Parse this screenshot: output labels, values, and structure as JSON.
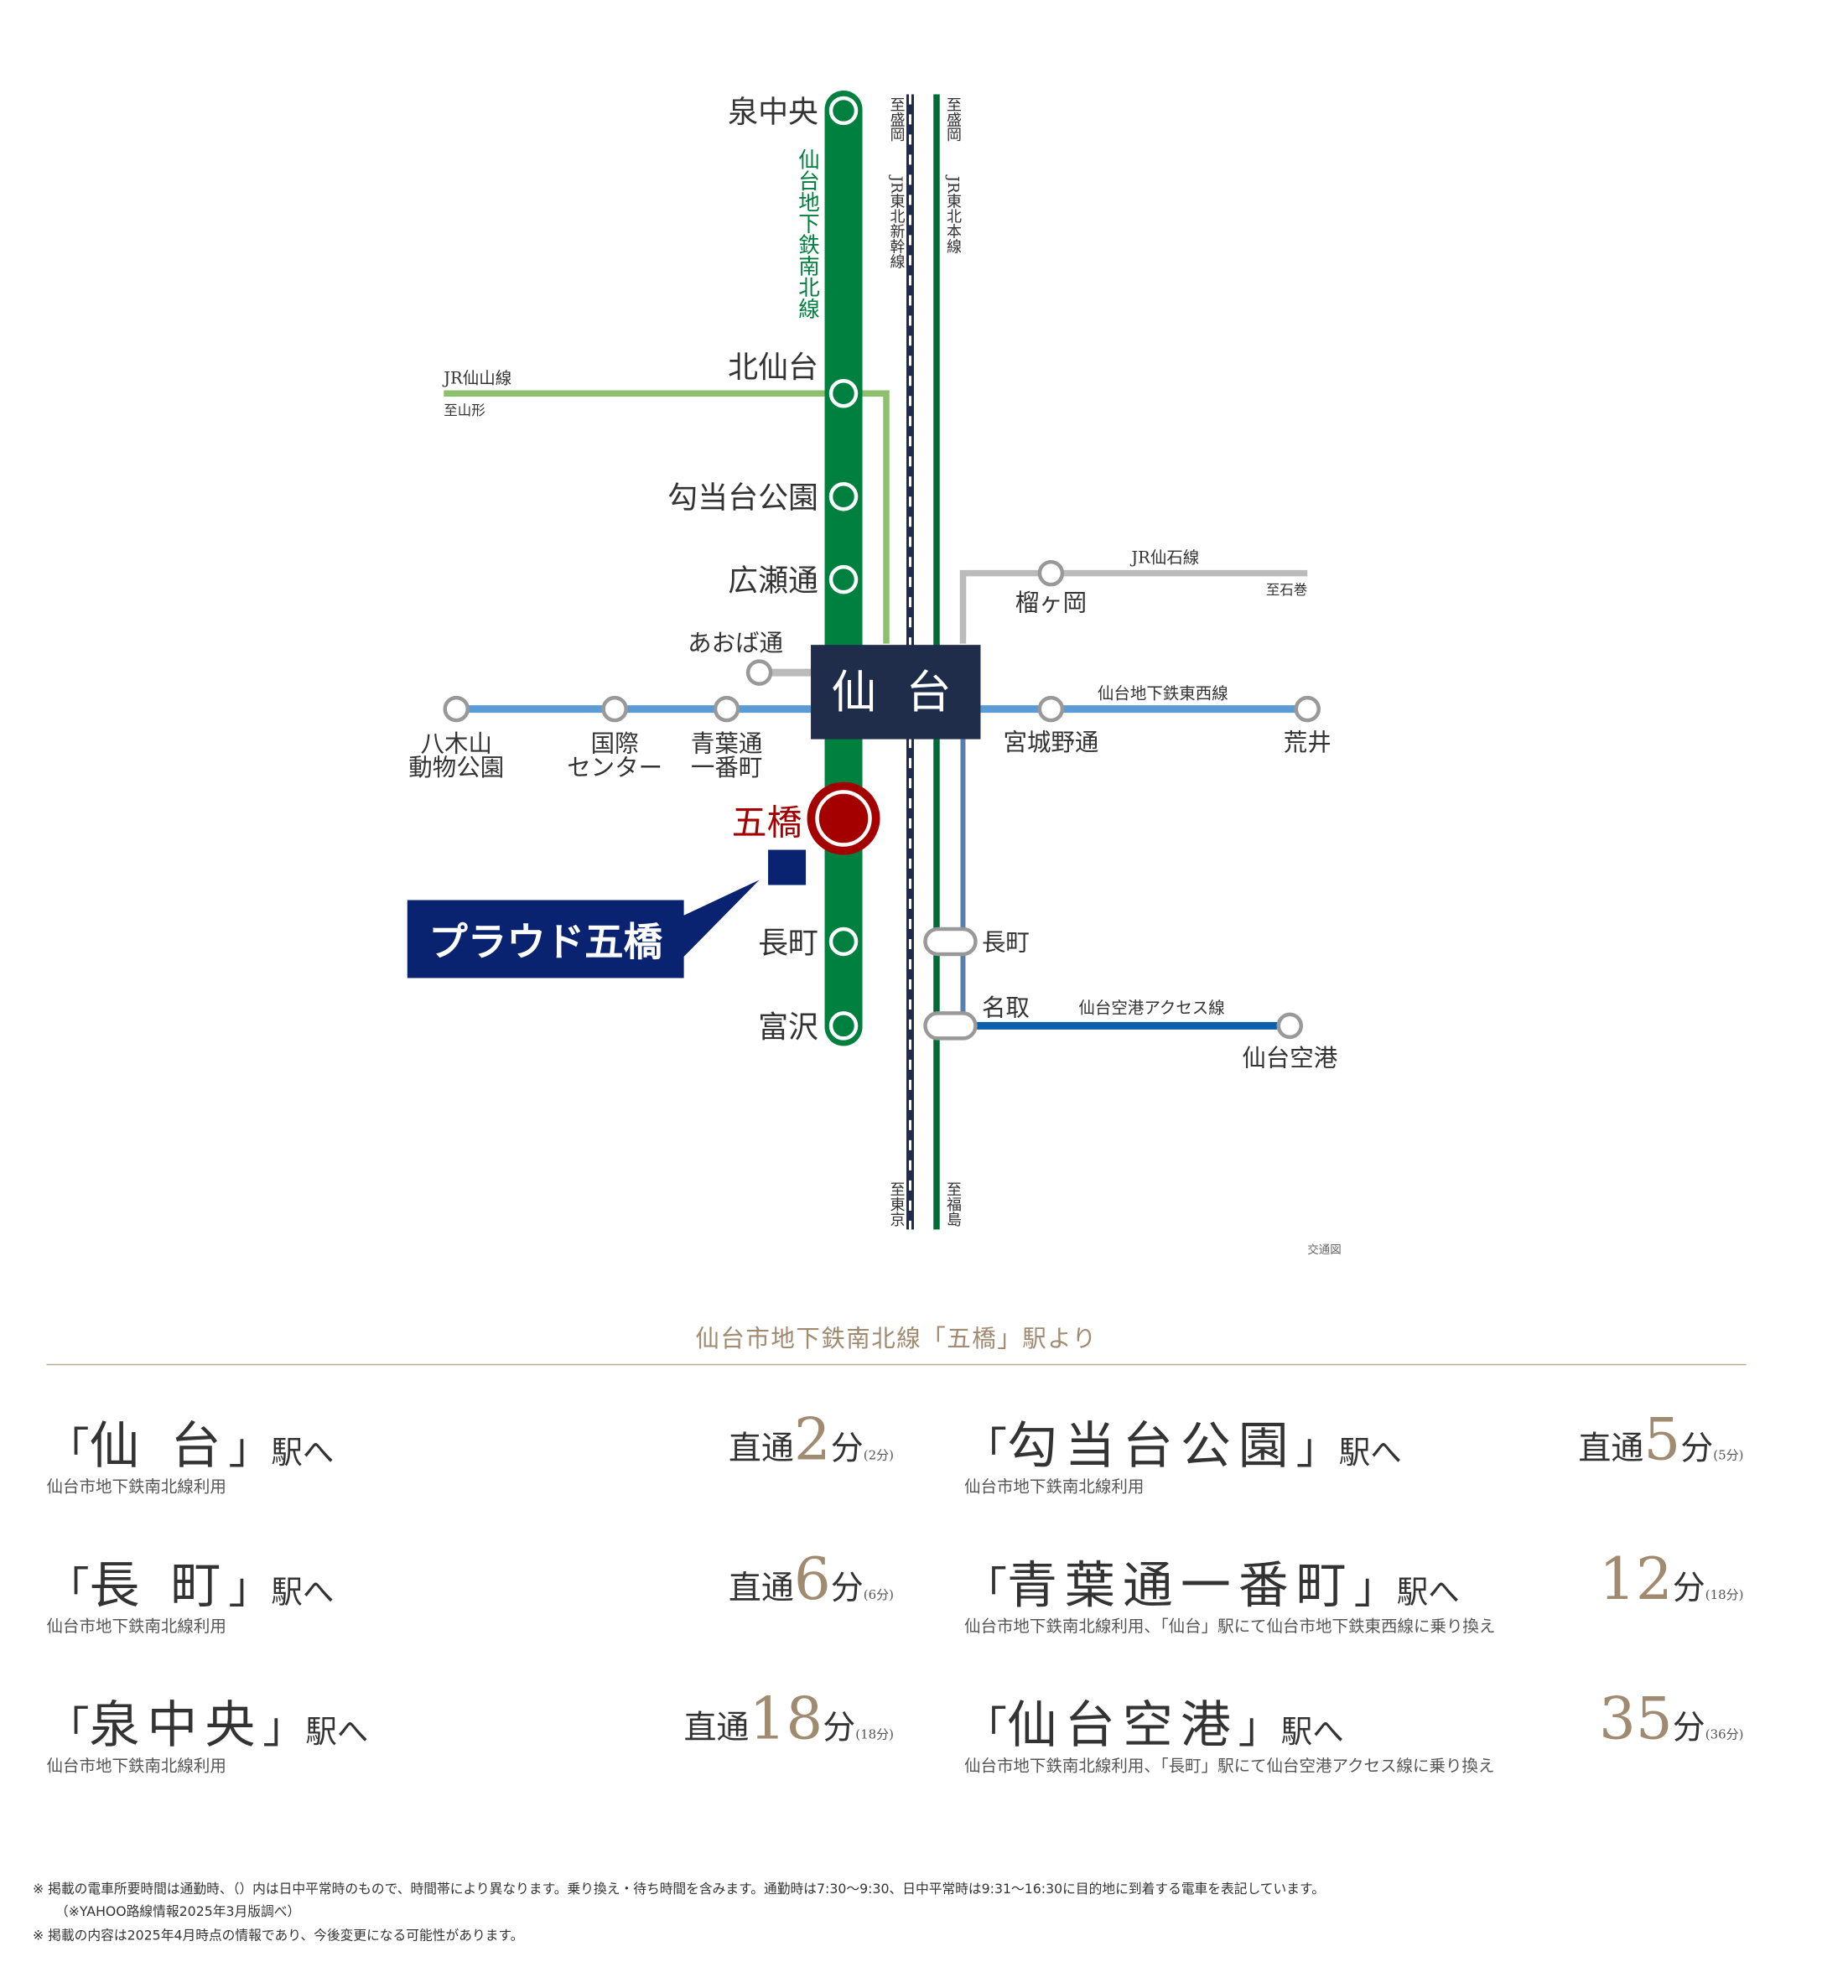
{
  "map": {
    "lines": {
      "namboku": "仙台地下鉄南北線",
      "shinkansen": "JR東北新幹線",
      "tohoku_main": "JR東北本線",
      "senzan": "JR仙山線",
      "senseki": "JR仙石線",
      "tozai": "仙台地下鉄東西線",
      "airport": "仙台空港アクセス線"
    },
    "directions": {
      "shinkansen_north": "至盛岡",
      "tohoku_north": "至盛岡",
      "shinkansen_south": "至東京",
      "tohoku_south": "至福島",
      "senzan": "至山形",
      "senseki": "至石巻"
    },
    "stations": {
      "izumi_chuo": "泉中央",
      "kita_sendai": "北仙台",
      "kotodai": "勾当台公園",
      "hirose": "広瀬通",
      "sendai": "仙 台",
      "itsutsubashi": "五橋",
      "nagamachi": "長町",
      "tomizawa": "富沢",
      "aoba": "あおば通",
      "yagiyama_1": "八木山",
      "yagiyama_2": "動物公園",
      "kokusai_1": "国際",
      "kokusai_2": "センター",
      "aobadori_1": "青葉通",
      "aobadori_2": "一番町",
      "tsutsujigaoka": "榴ヶ岡",
      "miyagino": "宮城野通",
      "arai": "荒井",
      "jr_nagamachi": "長町",
      "natori": "名取",
      "airport": "仙台空港"
    },
    "property": "プラウド五橋",
    "caption": "交通図",
    "colors": {
      "namboku": "#00803f",
      "tozai": "#5b9bd5",
      "senzan": "#8cc06a",
      "senseki": "#bbbbbb",
      "airport": "#0b5ea8",
      "sendai_box": "#1f2d4a",
      "property": "#0a2370",
      "highlight": "#a50000"
    }
  },
  "access": {
    "title": "仙台市地下鉄南北線「五橋」駅より",
    "items": [
      {
        "station": "仙 台",
        "suffix": "駅へ",
        "prefix": "直通",
        "minutes": "2",
        "unit": "分",
        "offpeak": "(2分)",
        "note": "仙台市地下鉄南北線利用"
      },
      {
        "station": "勾当台公園",
        "suffix": "駅へ",
        "prefix": "直通",
        "minutes": "5",
        "unit": "分",
        "offpeak": "(5分)",
        "note": "仙台市地下鉄南北線利用"
      },
      {
        "station": "長 町",
        "suffix": "駅へ",
        "prefix": "直通",
        "minutes": "6",
        "unit": "分",
        "offpeak": "(6分)",
        "note": "仙台市地下鉄南北線利用"
      },
      {
        "station": "青葉通一番町",
        "suffix": "駅へ",
        "prefix": "",
        "minutes": "12",
        "unit": "分",
        "offpeak": "(18分)",
        "note": "仙台市地下鉄南北線利用、「仙台」駅にて仙台市地下鉄東西線に乗り換え"
      },
      {
        "station": "泉中央",
        "suffix": "駅へ",
        "prefix": "直通",
        "minutes": "18",
        "unit": "分",
        "offpeak": "(18分)",
        "note": "仙台市地下鉄南北線利用"
      },
      {
        "station": "仙台空港",
        "suffix": "駅へ",
        "prefix": "",
        "minutes": "35",
        "unit": "分",
        "offpeak": "(36分)",
        "note": "仙台市地下鉄南北線利用、「長町」駅にて仙台空港アクセス線に乗り換え"
      }
    ],
    "open_bracket": "「",
    "close_bracket": "」"
  },
  "footnotes": [
    "※  掲載の電車所要時間は通勤時、（）内は日中平常時のもので、時間帯により異なります。乗り換え・待ち時間を含みます。通勤時は7:30〜9:30、日中平常時は9:31〜16:30に目的地に到着する電車を表記しています。",
    "（※YAHOO路線情報2025年3月版調べ）",
    "※  掲載の内容は2025年4月時点の情報であり、今後変更になる可能性があります。"
  ]
}
